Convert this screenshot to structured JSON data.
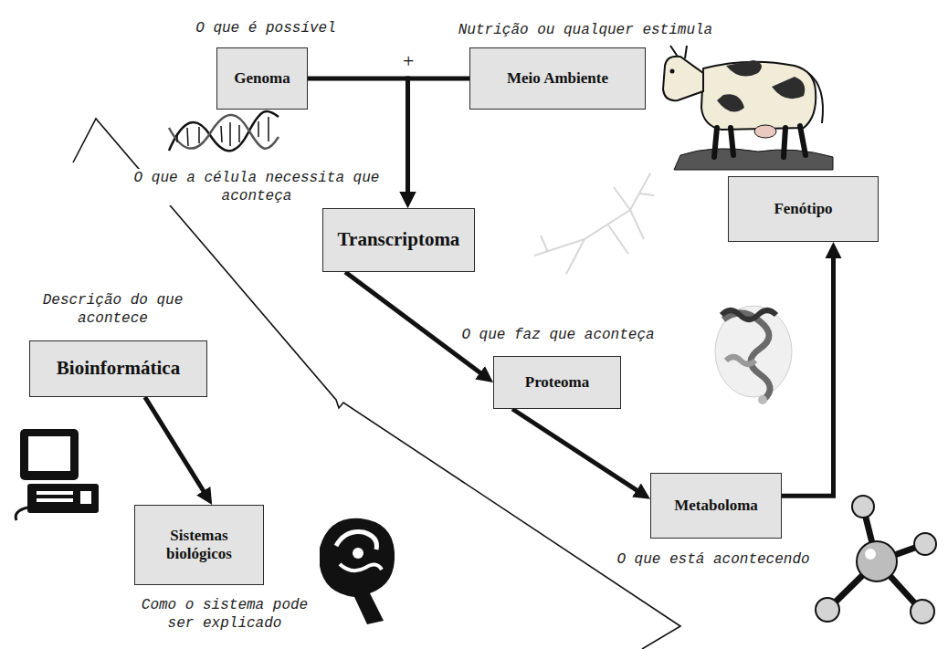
{
  "diagram": {
    "nodes": [
      {
        "text": [
          "O que é possível",
          "Genoma"
        ]
      },
      {
        "text": [
          "Nutrição ou qualquer estimula",
          "Meio Ambiente"
        ]
      },
      {
        "text": [
          "O que a célula necessita que aconteça",
          "Transcriptoma"
        ]
      },
      {
        "text": [
          "O que faz que aconteça",
          "Proteoma"
        ]
      },
      {
        "text": [
          "Metaboloma",
          "O que está acontecendo"
        ]
      },
      {
        "text": [
          "Fenótipo"
        ]
      },
      {
        "text": [
          "Descrição do que acontece",
          "Bioinformática"
        ]
      },
      {
        "text": [
          "Sistemas biológicos",
          "Como o sistema pode ser explicado"
        ]
      }
    ],
    "edges": [
      {
        "from": 0,
        "to": 2,
        "arrow": "to"
      },
      {
        "from": 1,
        "to": 2,
        "arrow": "to"
      },
      {
        "from": 2,
        "to": 3,
        "arrow": "to"
      },
      {
        "from": 3,
        "to": 4,
        "arrow": "to"
      },
      {
        "from": 4,
        "to": 5,
        "arrow": "to"
      },
      {
        "from": 6,
        "to": 7,
        "arrow": "to"
      }
    ],
    "labels": [
      "+"
    ]
  }
}
